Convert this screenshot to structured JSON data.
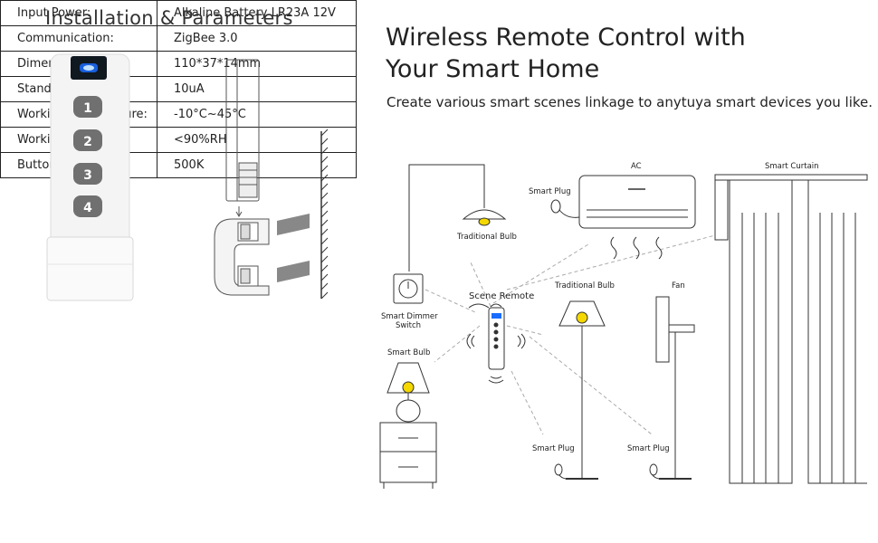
{
  "left": {
    "title": "Installation & Parameters",
    "buttons": [
      "1",
      "2",
      "3",
      "4"
    ]
  },
  "right": {
    "title_line1": "Wireless Remote Control with",
    "title_line2": "Your Smart Home",
    "subtitle": "Create various smart scenes linkage to anytuya smart devices you like."
  },
  "specs": [
    {
      "key": "Input Power:",
      "value": "Alkaline Battery LR23A 12V"
    },
    {
      "key": "Communication:",
      "value": "ZigBee 3.0"
    },
    {
      "key": "Dimension:",
      "value": "110*37*14mm"
    },
    {
      "key": "Standby current:",
      "value": "10uA"
    },
    {
      "key": "Working Temperature:",
      "value": "-10°C~45°C"
    },
    {
      "key": "Working Humidity:",
      "value": "<90%RH"
    },
    {
      "key": "Button lifecycle:",
      "value": "500K"
    }
  ],
  "diagram": {
    "ac": "AC",
    "smart_curtain": "Smart Curtain",
    "smart_plug": "Smart Plug",
    "traditional_bulb": "Traditional Bulb",
    "traditional_bulb_2": "Traditional Bulb",
    "scene_remote": "Scene Remote",
    "fan": "Fan",
    "dimmer_line1": "Smart Dimmer",
    "dimmer_line2": "Switch",
    "smart_bulb": "Smart Bulb",
    "smart_plug_2": "Smart Plug",
    "smart_plug_3": "Smart Plug"
  },
  "colors": {
    "bulb": "#f5d800",
    "remote_screen": "#1a6cff"
  }
}
